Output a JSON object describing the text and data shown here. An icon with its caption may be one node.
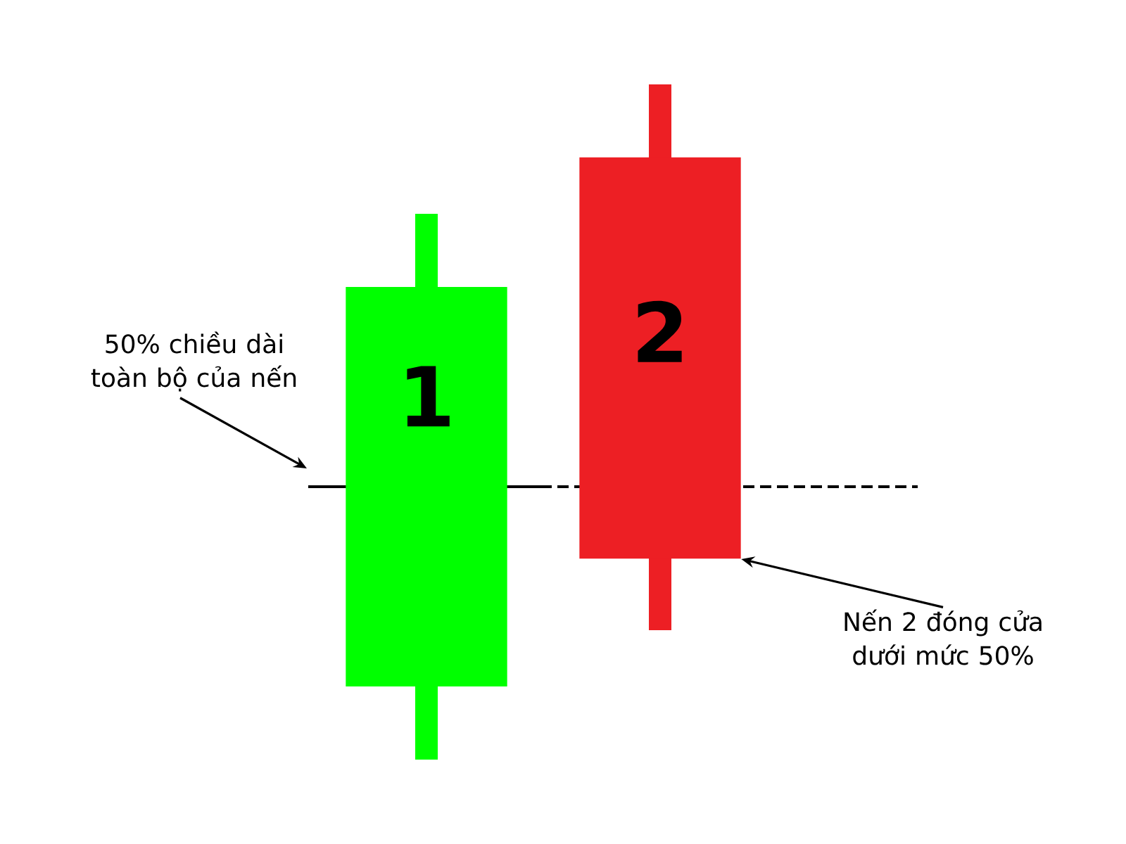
{
  "diagram": {
    "nodes": [
      {
        "text": [
          "50% chiều dài toàn bộ của nến"
        ]
      },
      {
        "text": [
          "1"
        ]
      },
      {
        "text": [
          "2"
        ]
      },
      {
        "text": [
          "Nến 2 đóng cửa dưới mức 50%"
        ]
      }
    ],
    "edges": [
      {
        "from": 0,
        "to": null,
        "arrow": "to"
      },
      {
        "from": 3,
        "to": 2,
        "arrow": "to"
      }
    ]
  }
}
